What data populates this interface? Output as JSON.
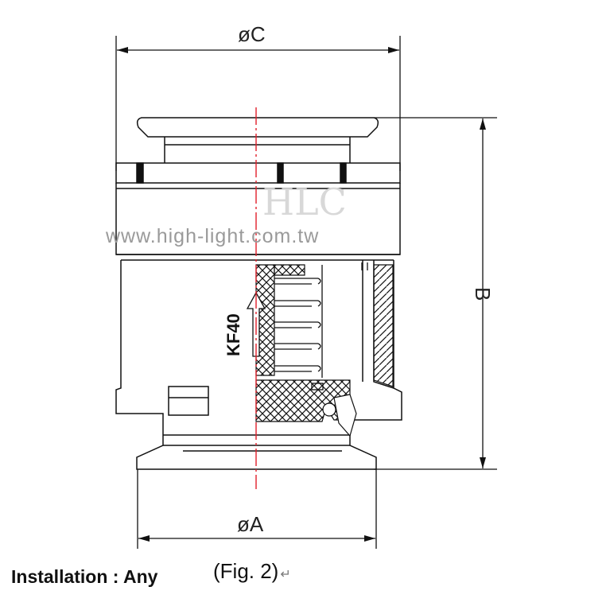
{
  "labels": {
    "dim_c": "øC",
    "dim_b": "B",
    "dim_a": "øA",
    "flange": "KF40"
  },
  "watermark": {
    "url": "www.high-light.com.tw",
    "logo": "HLC"
  },
  "caption": {
    "installation": "Installation : Any",
    "figure": "(Fig. 2)",
    "return_mark": "↵"
  },
  "colors": {
    "line": "#111111",
    "centerline": "#e0202a",
    "hatch": "#111111"
  }
}
